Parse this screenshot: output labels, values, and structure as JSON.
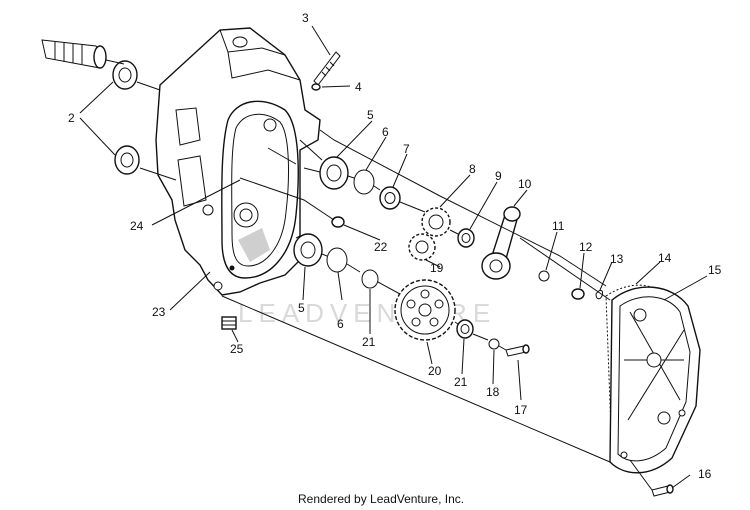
{
  "diagram": {
    "callouts": [
      "2",
      "3",
      "4",
      "5",
      "6",
      "7",
      "8",
      "9",
      "10",
      "11",
      "12",
      "13",
      "14",
      "15",
      "16",
      "17",
      "18",
      "19",
      "20",
      "21",
      "22",
      "23",
      "24",
      "25"
    ],
    "callouts_repeat": {
      "c5b": "5",
      "c6b": "6",
      "c21b": "21"
    },
    "watermark": "LEADVENTURE",
    "footer": "Rendered by LeadVenture, Inc."
  }
}
